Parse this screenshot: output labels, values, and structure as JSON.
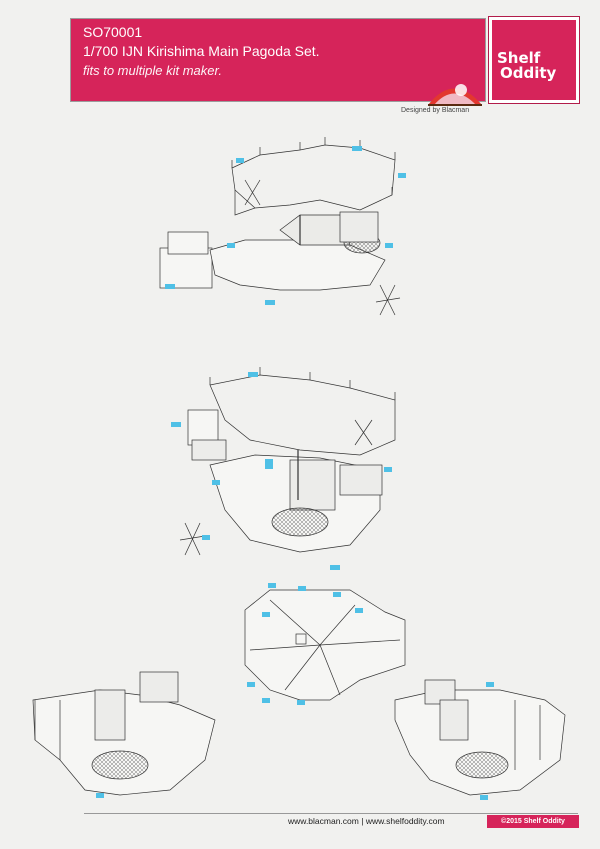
{
  "header": {
    "code": "SO70001",
    "product_name": "1/700 IJN Kirishima Main Pagoda Set.",
    "tagline": "fits to multiple kit maker.",
    "designed_by": "Designed by Blacman"
  },
  "logo": {
    "text_line1": "Shelf",
    "text_line2": "Oddity",
    "icon": "sunset-icon"
  },
  "footer": {
    "url_blacman": "www.blacman.com",
    "separator": "|",
    "url_shelfoddity": "www.shelfoddity.com",
    "copyright": "©2015 Shelf Oddity"
  },
  "colors": {
    "brand": "#d6245a",
    "part_tag": "#4fc0e6",
    "line_art": "#333333"
  }
}
